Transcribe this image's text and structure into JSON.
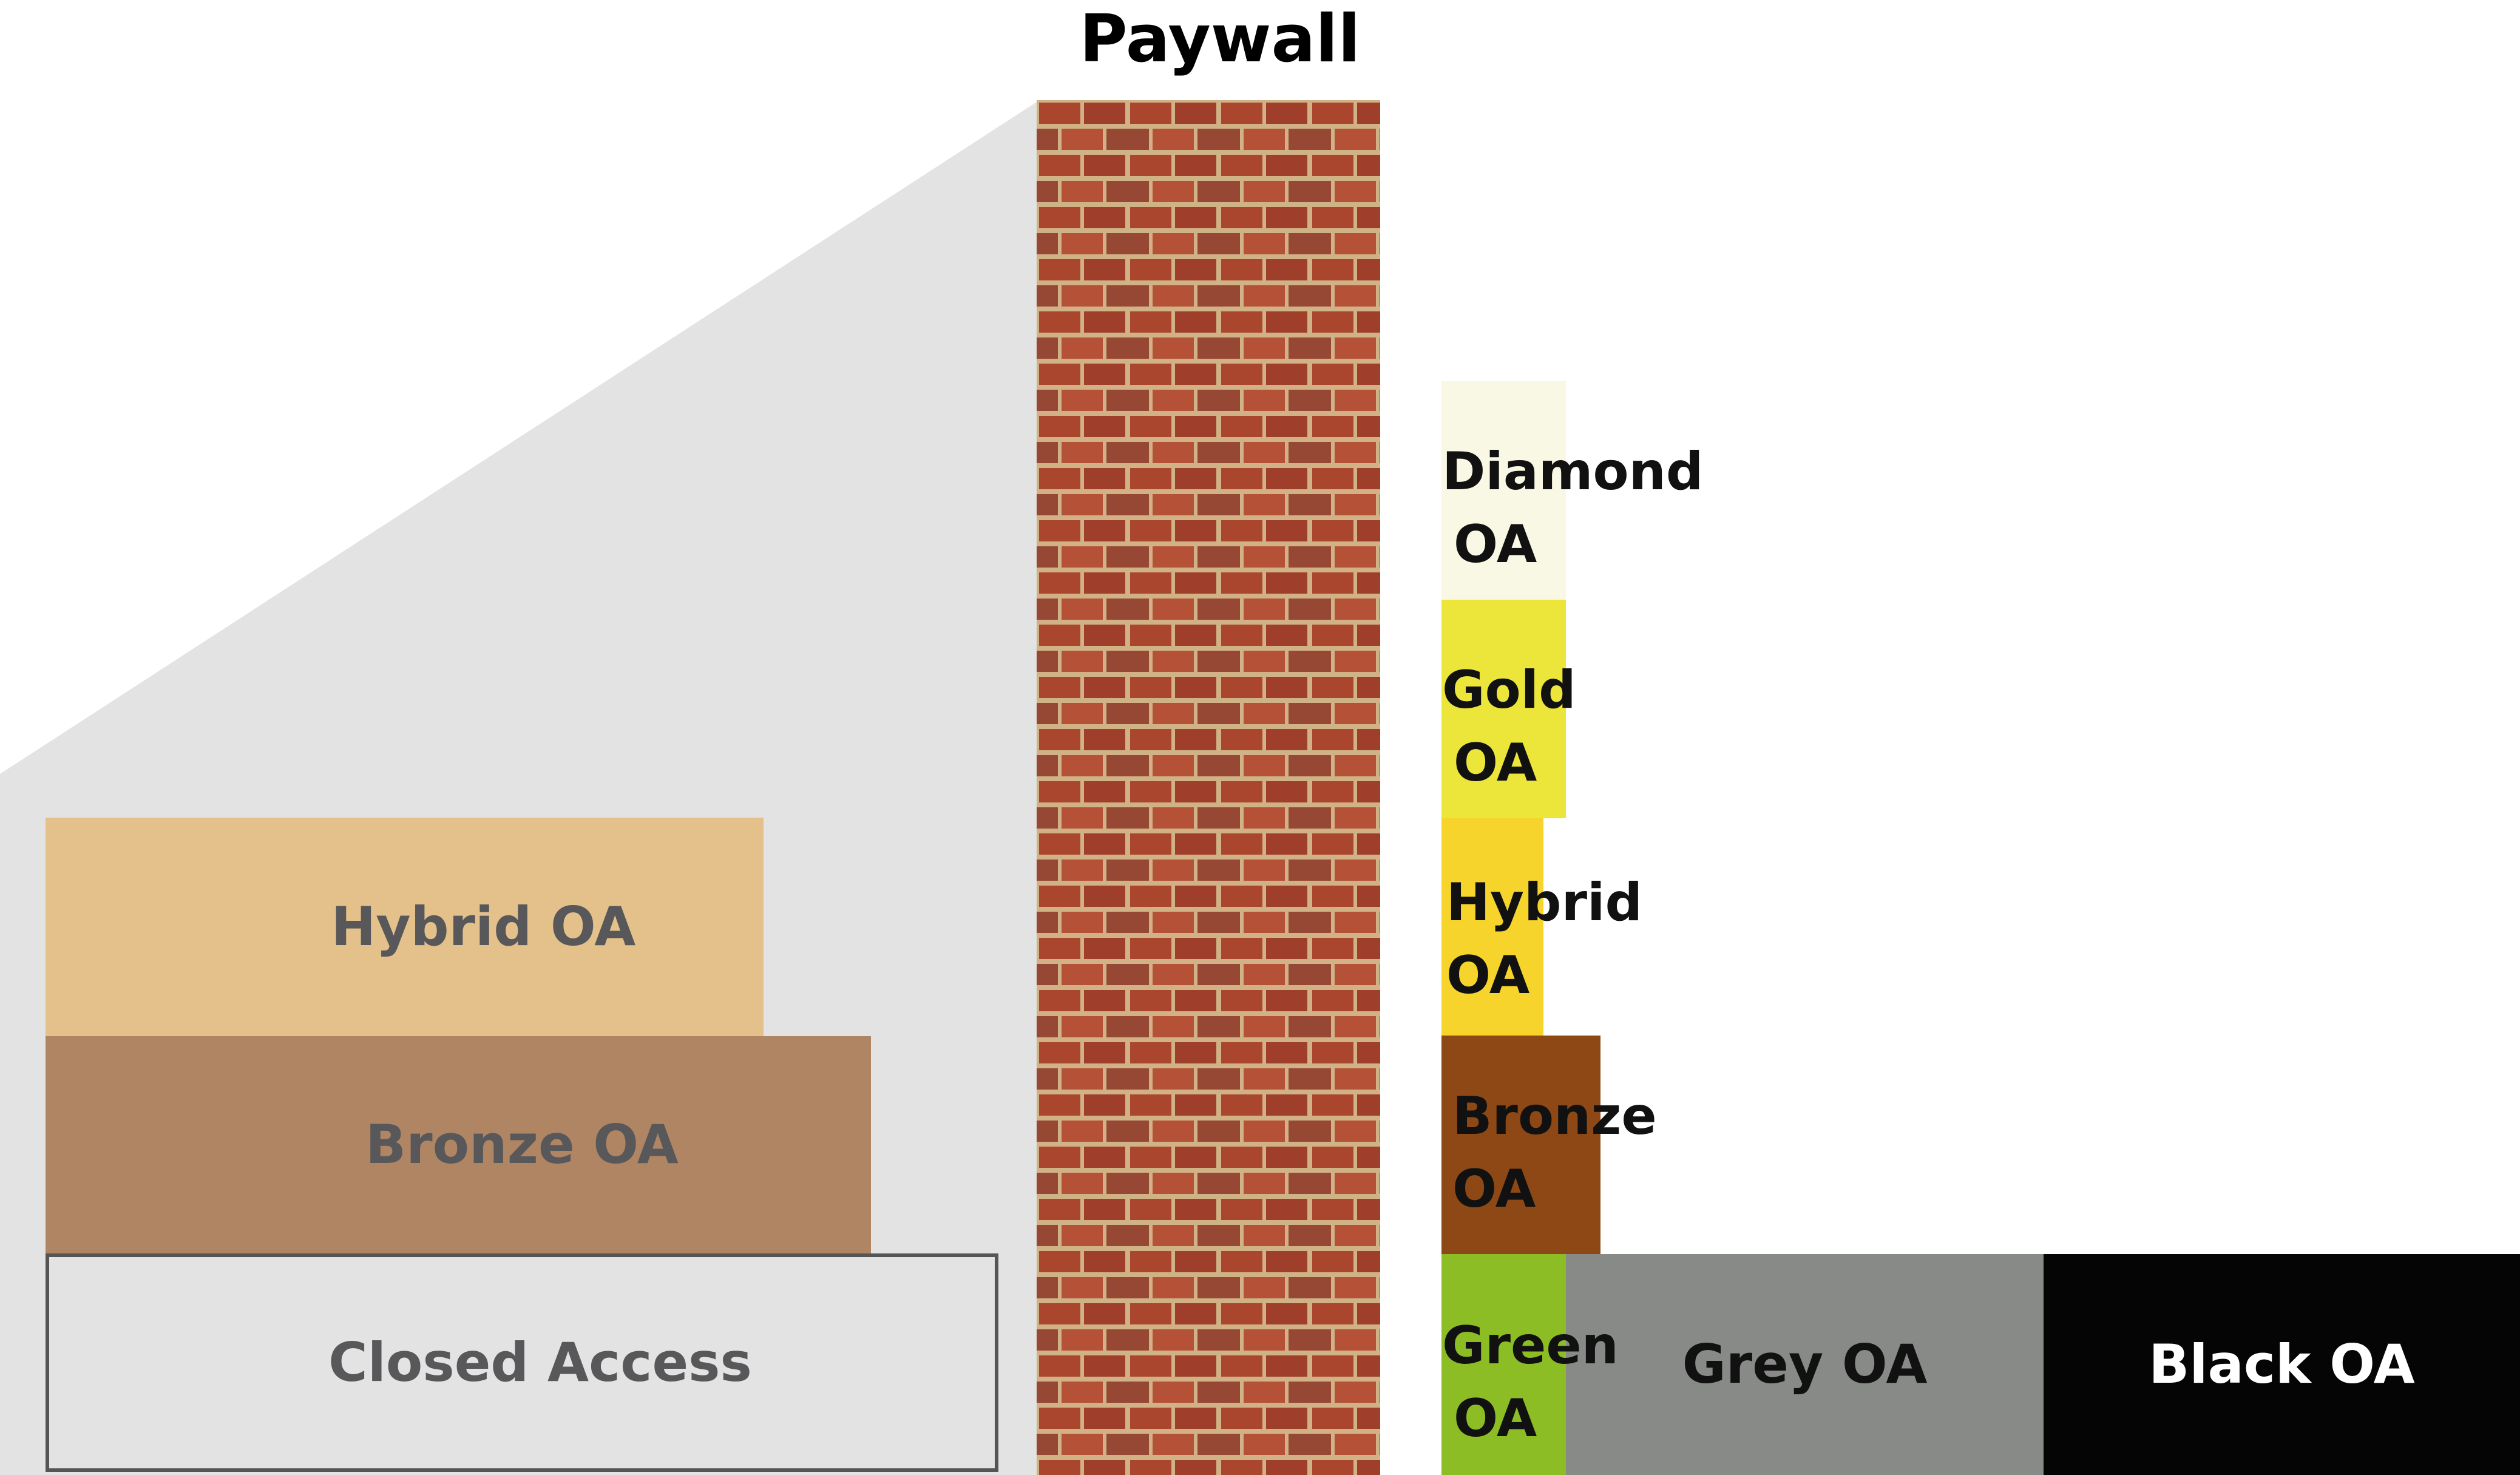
{
  "title": "Paywall",
  "colors": {
    "shade": "#e3e3e3",
    "hybrid_left": "#e4c08b",
    "bronze_left": "#b08564",
    "closed": "#e3e3e3",
    "diamond": "#f8f8e4",
    "gold": "#ece63a",
    "hybrid_right": "#f6d42b",
    "bronze_right": "#8d4816",
    "green": "#8dbd24",
    "grey": "#878a86",
    "black": "#050505",
    "brick": "#b4482f",
    "mortar": "#e0c393"
  },
  "left_levels": {
    "hybrid": "Hybrid OA",
    "bronze": "Bronze OA",
    "closed": "Closed Access"
  },
  "right_levels": {
    "diamond_1": "Diamond",
    "diamond_2": "OA",
    "gold_1": "Gold",
    "gold_2": "OA",
    "hybrid_1": "Hybrid",
    "hybrid_2": "OA",
    "bronze_1": "Bronze",
    "bronze_2": "OA",
    "green_1": "Green",
    "green_2": "OA",
    "grey": "Grey OA",
    "black": "Black OA"
  }
}
